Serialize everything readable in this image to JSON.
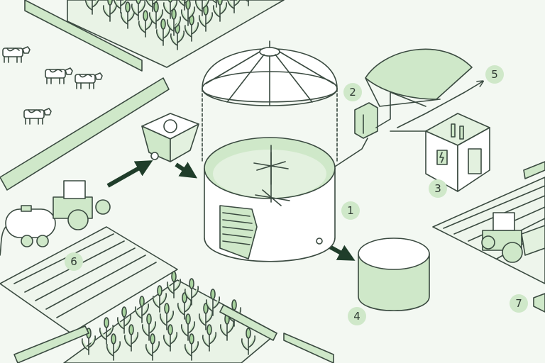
{
  "callouts": {
    "digester": "1",
    "gas_analyzer": "2",
    "chp_unit": "3",
    "digestate_tank": "4",
    "gas_output": "5",
    "manure_tanker": "6",
    "field_tractor": "7"
  },
  "colors": {
    "background": "#f3f8f2",
    "fill_green": "#cfe8c9",
    "light_green": "#e3f1df",
    "outline": "#3a4a40",
    "arrow": "#1f3d2a"
  },
  "icons": [
    "cow-icon",
    "tractor-icon",
    "tanker-icon",
    "hopper-icon",
    "digester-icon",
    "gas-dome-icon",
    "gas-bag-icon",
    "chp-building-icon",
    "digestate-tank-icon",
    "corn-plant-icon"
  ]
}
